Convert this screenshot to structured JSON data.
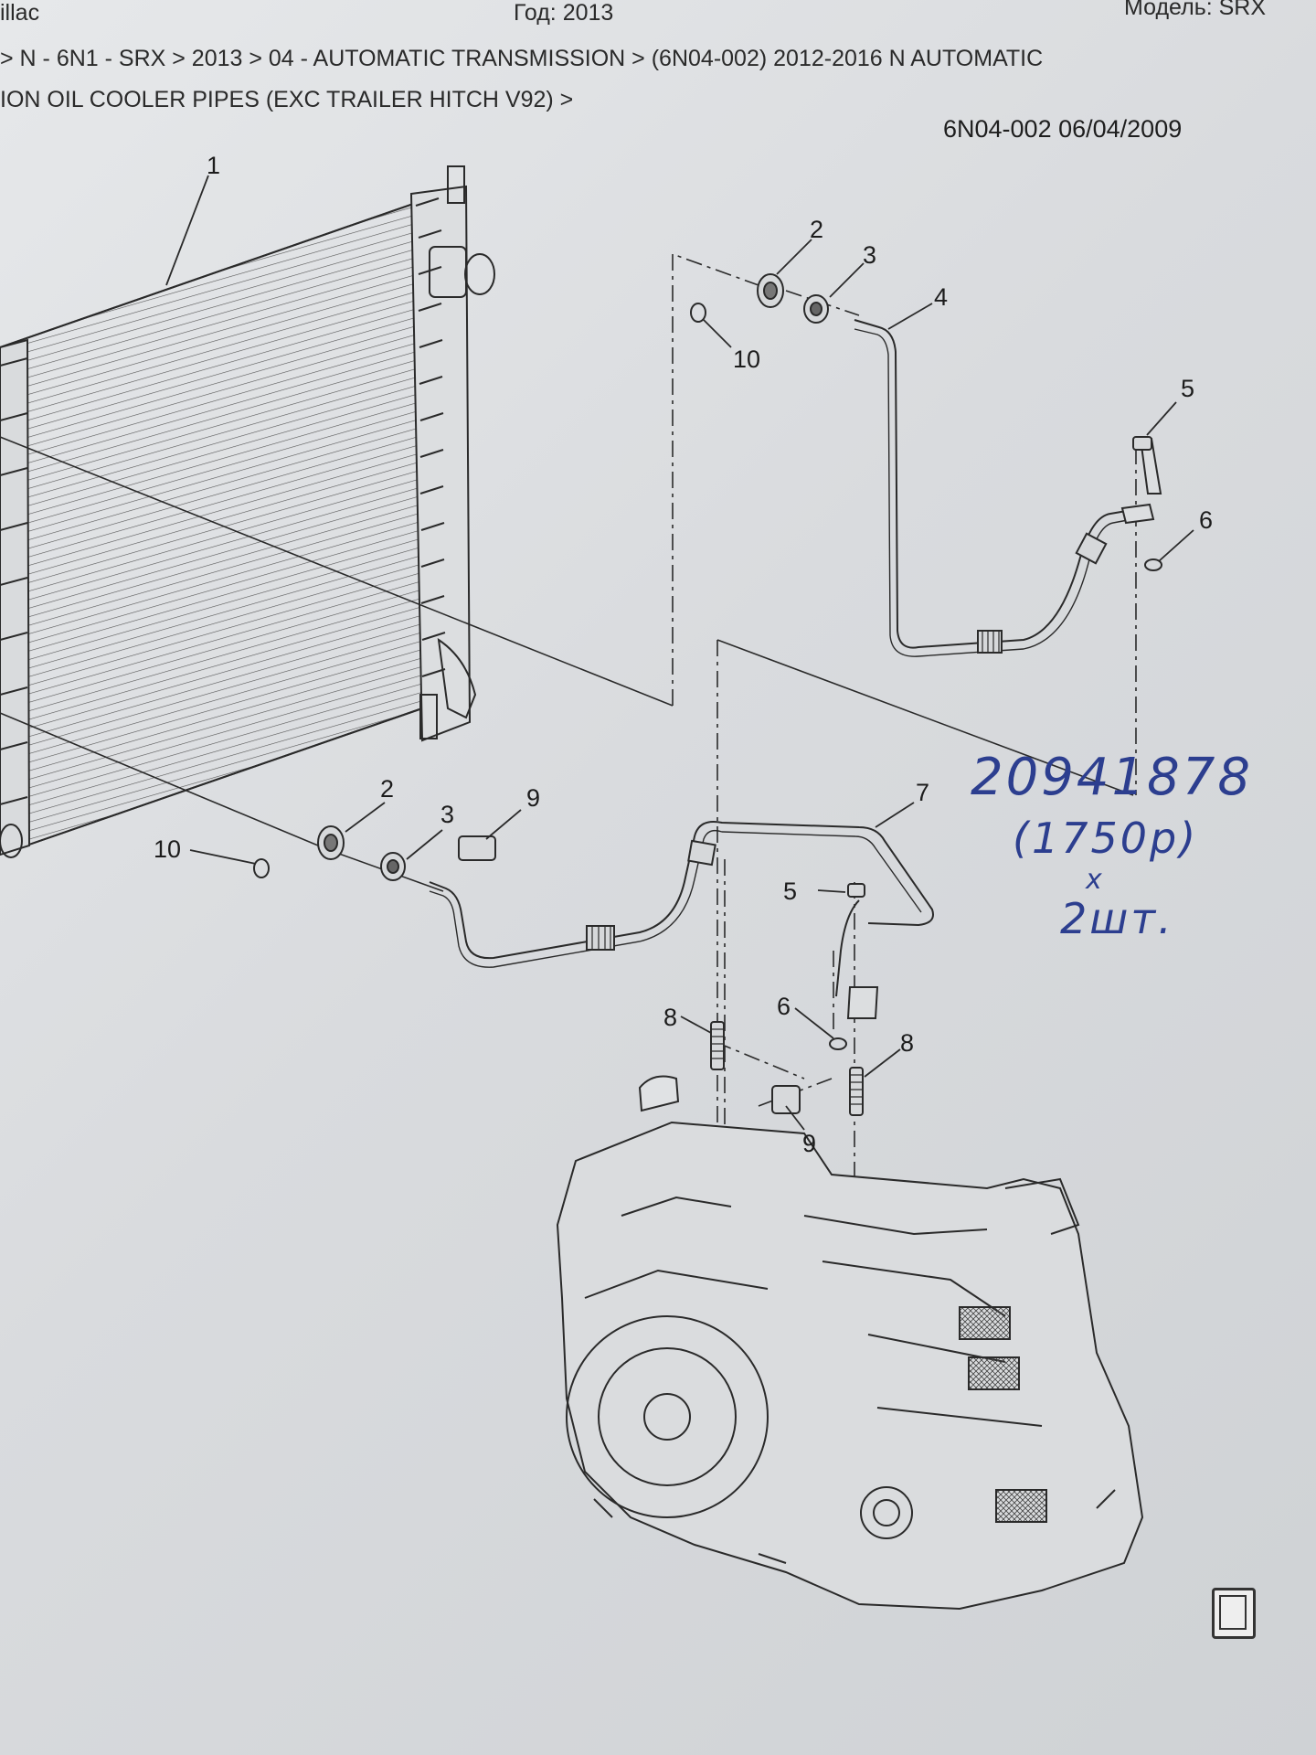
{
  "header": {
    "make": "illac",
    "year": "Год: 2013",
    "model": "Модель: SRX",
    "breadcrumb_line1": "> N - 6N1 - SRX > 2013 > 04 - AUTOMATIC TRANSMISSION > (6N04-002)   2012-2016   N   AUTOMATIC",
    "breadcrumb_line2": "ION OIL COOLER PIPES (EXC TRAILER HITCH V92) >"
  },
  "diagram": {
    "code": "6N04-002  06/04/2009",
    "callouts": {
      "radiator": "1",
      "seal_upper": "2",
      "seal_lower": "2",
      "fitting_upper": "3",
      "fitting_lower": "3",
      "pipe_upper": "4",
      "clip_upper": "5",
      "clip_lower": "5",
      "oring_upper": "6",
      "oring_lower": "6",
      "pipe_lower": "7",
      "stud_left": "8",
      "stud_right": "8",
      "bracket_upper": "9",
      "bracket_lower": "9",
      "retainer_upper": "10",
      "retainer_lower": "10"
    }
  },
  "handwritten": {
    "part_number": "20941878",
    "price": "(1750р)",
    "times": "x",
    "quantity": "2шт."
  },
  "colors": {
    "paper": "#e3e5e7",
    "line": "#2a2a2a",
    "ink": "#2c3e8f"
  },
  "icons": {
    "corner": "book-icon"
  }
}
